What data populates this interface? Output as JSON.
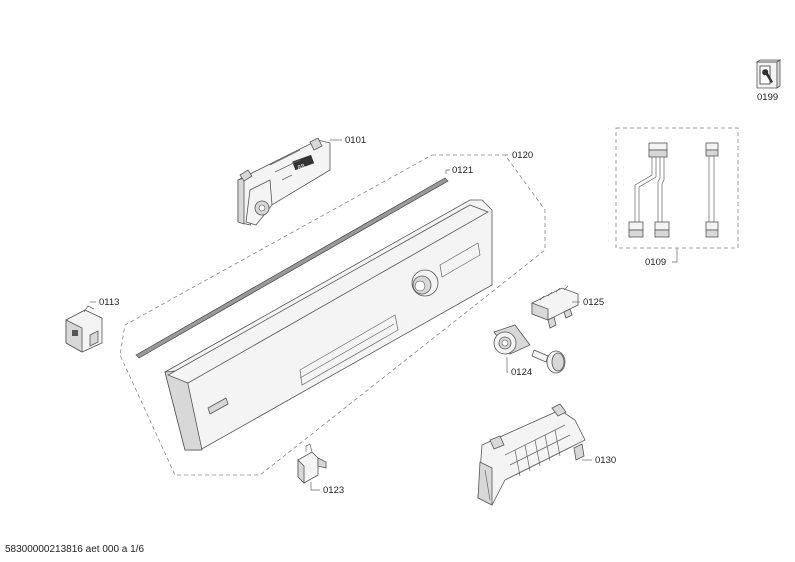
{
  "labels": {
    "p0101": "0101",
    "p0121": "0121",
    "p0120": "0120",
    "p0113": "0113",
    "p0125": "0125",
    "p0124": "0124",
    "p0130": "0130",
    "p0123": "0123",
    "p0109": "0109",
    "p0199": "0199"
  },
  "footer": {
    "doc_ref": "58300000213816 aet 000 a 1/6"
  },
  "icons": {
    "service_icon": "wrench-book-icon"
  },
  "colors": {
    "line": "#555555",
    "part_fill": "#f4f4f4",
    "part_shadow": "#d8d8d8"
  }
}
